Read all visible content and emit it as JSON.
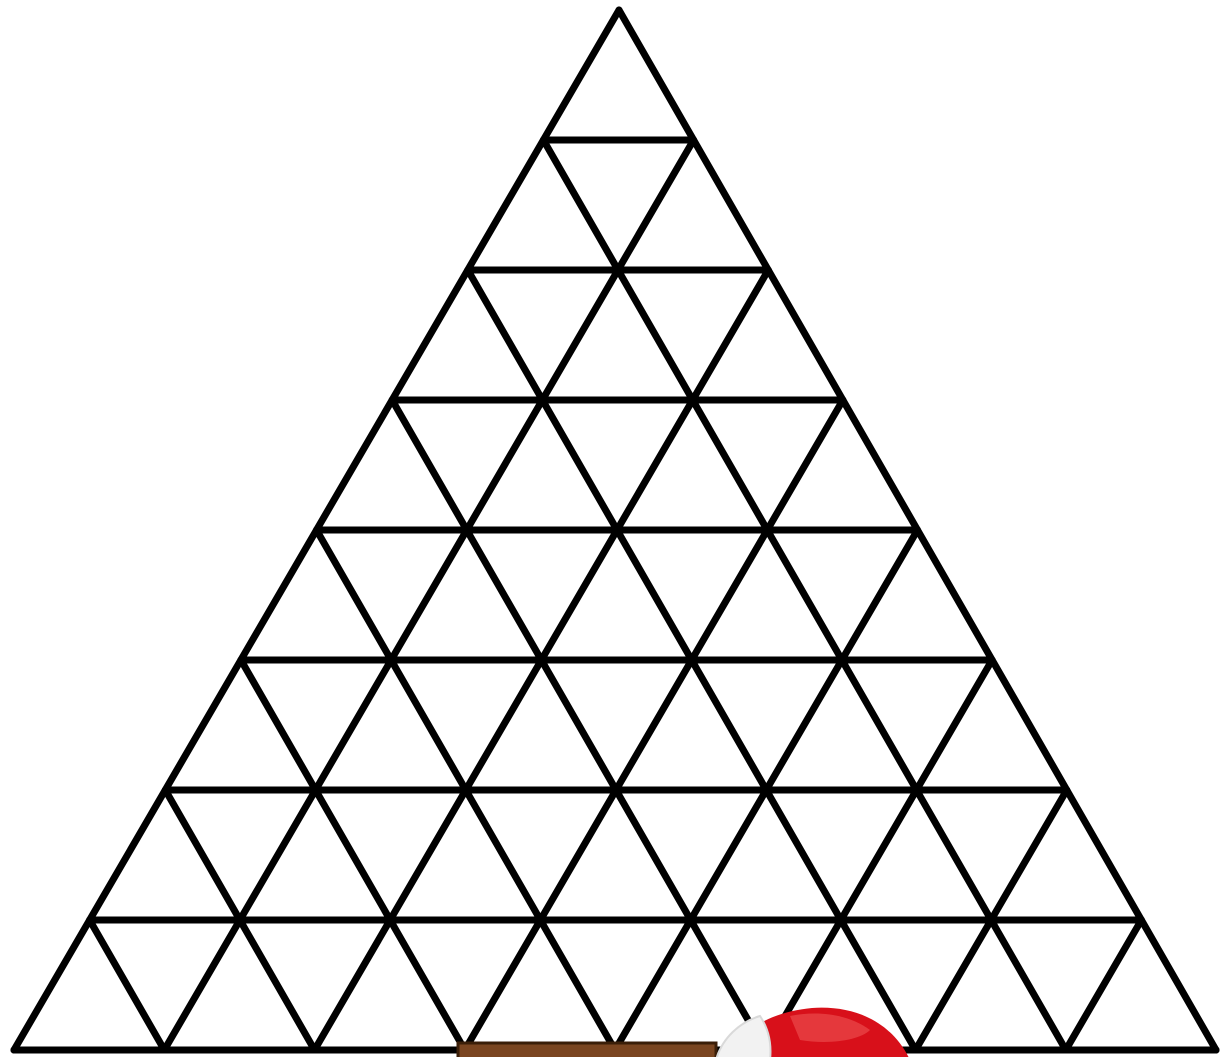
{
  "diagram": {
    "shape": "triangle-grid",
    "subdivisions": 8,
    "line_color": "#000000",
    "background_color": "#ffffff"
  },
  "decorations": {
    "tree_trunk": {
      "icon": "tree-trunk",
      "color": "#7a4520"
    },
    "santa_hat": {
      "icon": "santa-hat",
      "color": "#d8101a",
      "trim_color": "#f2f2f2"
    }
  }
}
